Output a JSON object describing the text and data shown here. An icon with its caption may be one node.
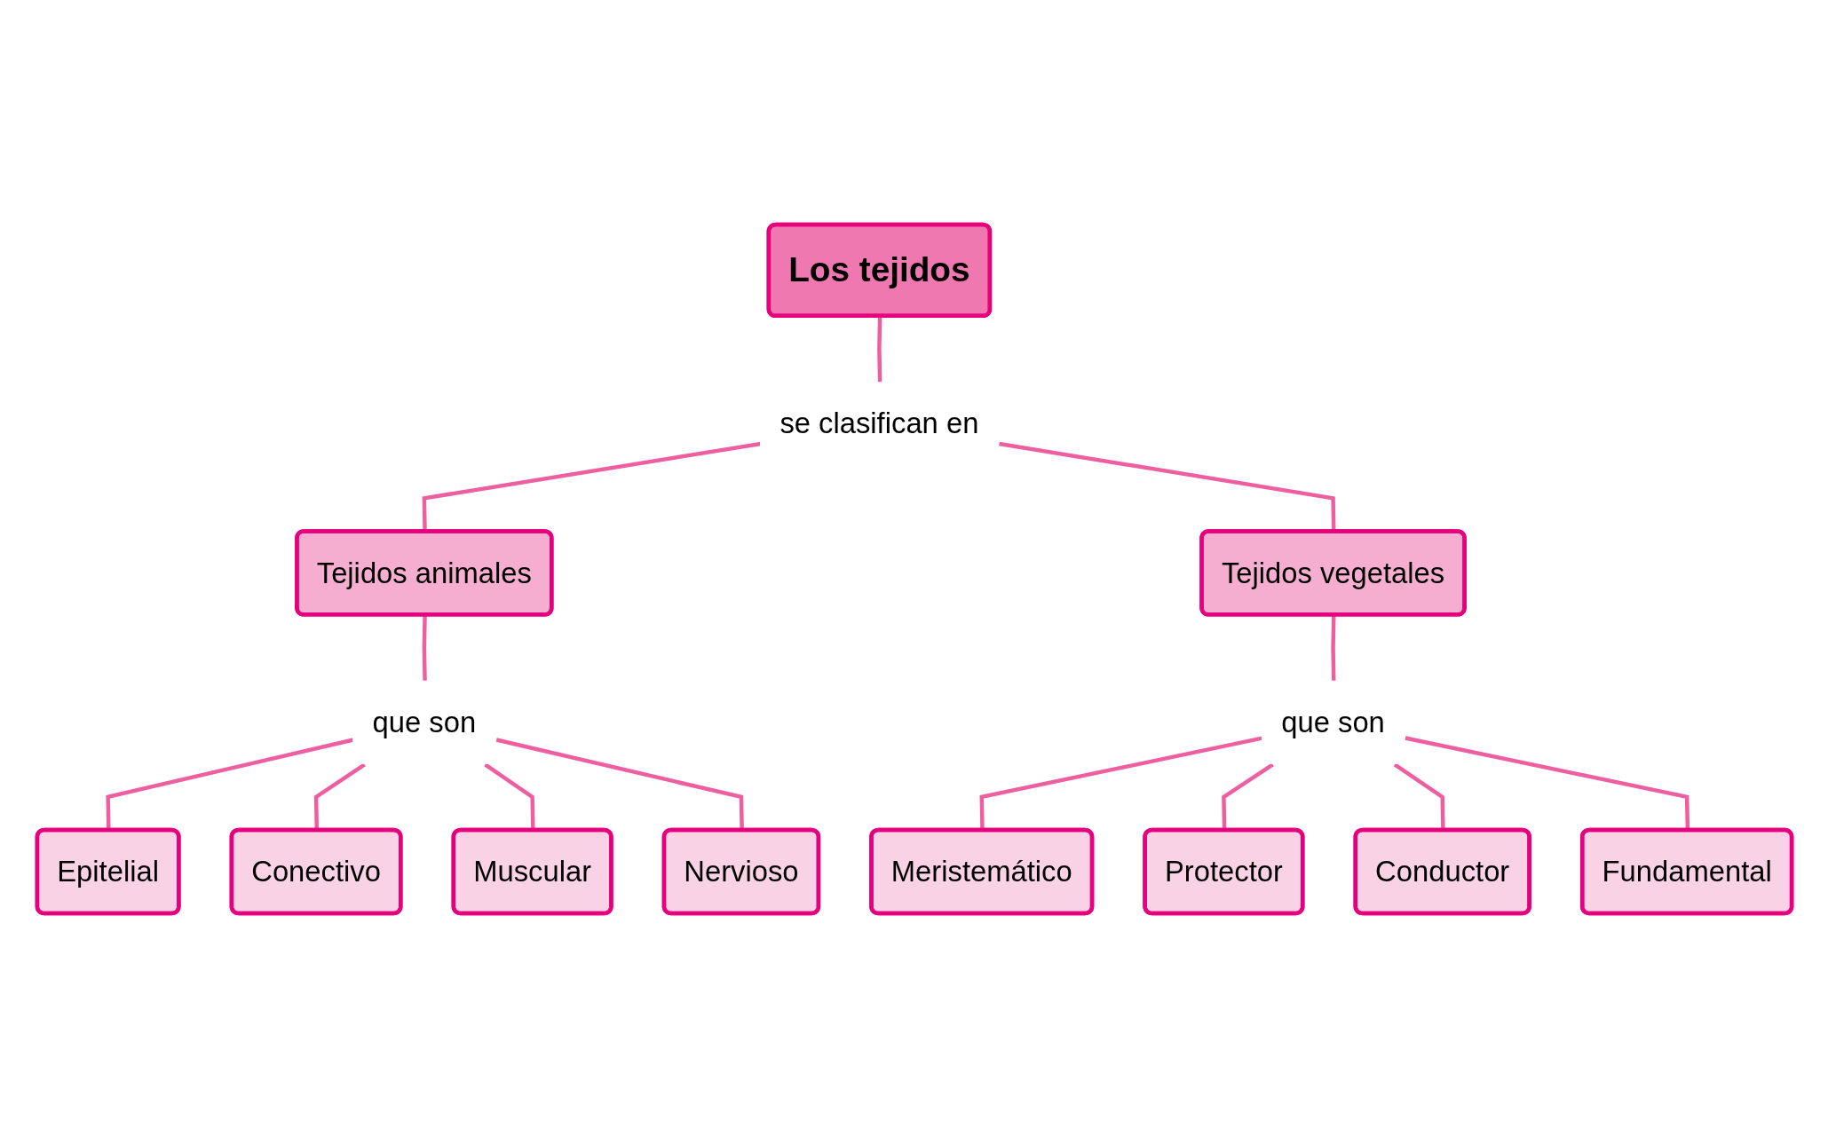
{
  "diagram": {
    "nodes": [
      {
        "text": [
          "Los tejidos"
        ]
      },
      {
        "text": [
          "se clasifican en"
        ]
      },
      {
        "text": [
          "Tejidos animales"
        ]
      },
      {
        "text": [
          "Tejidos vegetales"
        ]
      },
      {
        "text": [
          "que son"
        ]
      },
      {
        "text": [
          "que son"
        ]
      },
      {
        "text": [
          "Epitelial"
        ]
      },
      {
        "text": [
          "Conectivo"
        ]
      },
      {
        "text": [
          "Muscular"
        ]
      },
      {
        "text": [
          "Nervioso"
        ]
      },
      {
        "text": [
          "Meristemático"
        ]
      },
      {
        "text": [
          "Protector"
        ]
      },
      {
        "text": [
          "Conductor"
        ]
      },
      {
        "text": [
          "Fundamental"
        ]
      }
    ],
    "edges": [
      {
        "from": 0,
        "to": 1,
        "arrow": "none"
      },
      {
        "from": 1,
        "to": 2,
        "arrow": "none"
      },
      {
        "from": 1,
        "to": 3,
        "arrow": "none"
      },
      {
        "from": 2,
        "to": 4,
        "arrow": "none"
      },
      {
        "from": 3,
        "to": 5,
        "arrow": "none"
      },
      {
        "from": 4,
        "to": 6,
        "arrow": "none"
      },
      {
        "from": 4,
        "to": 7,
        "arrow": "none"
      },
      {
        "from": 4,
        "to": 8,
        "arrow": "none"
      },
      {
        "from": 4,
        "to": 9,
        "arrow": "none"
      },
      {
        "from": 5,
        "to": 10,
        "arrow": "none"
      },
      {
        "from": 5,
        "to": 11,
        "arrow": "none"
      },
      {
        "from": 5,
        "to": 12,
        "arrow": "none"
      },
      {
        "from": 5,
        "to": 13,
        "arrow": "none"
      }
    ]
  }
}
